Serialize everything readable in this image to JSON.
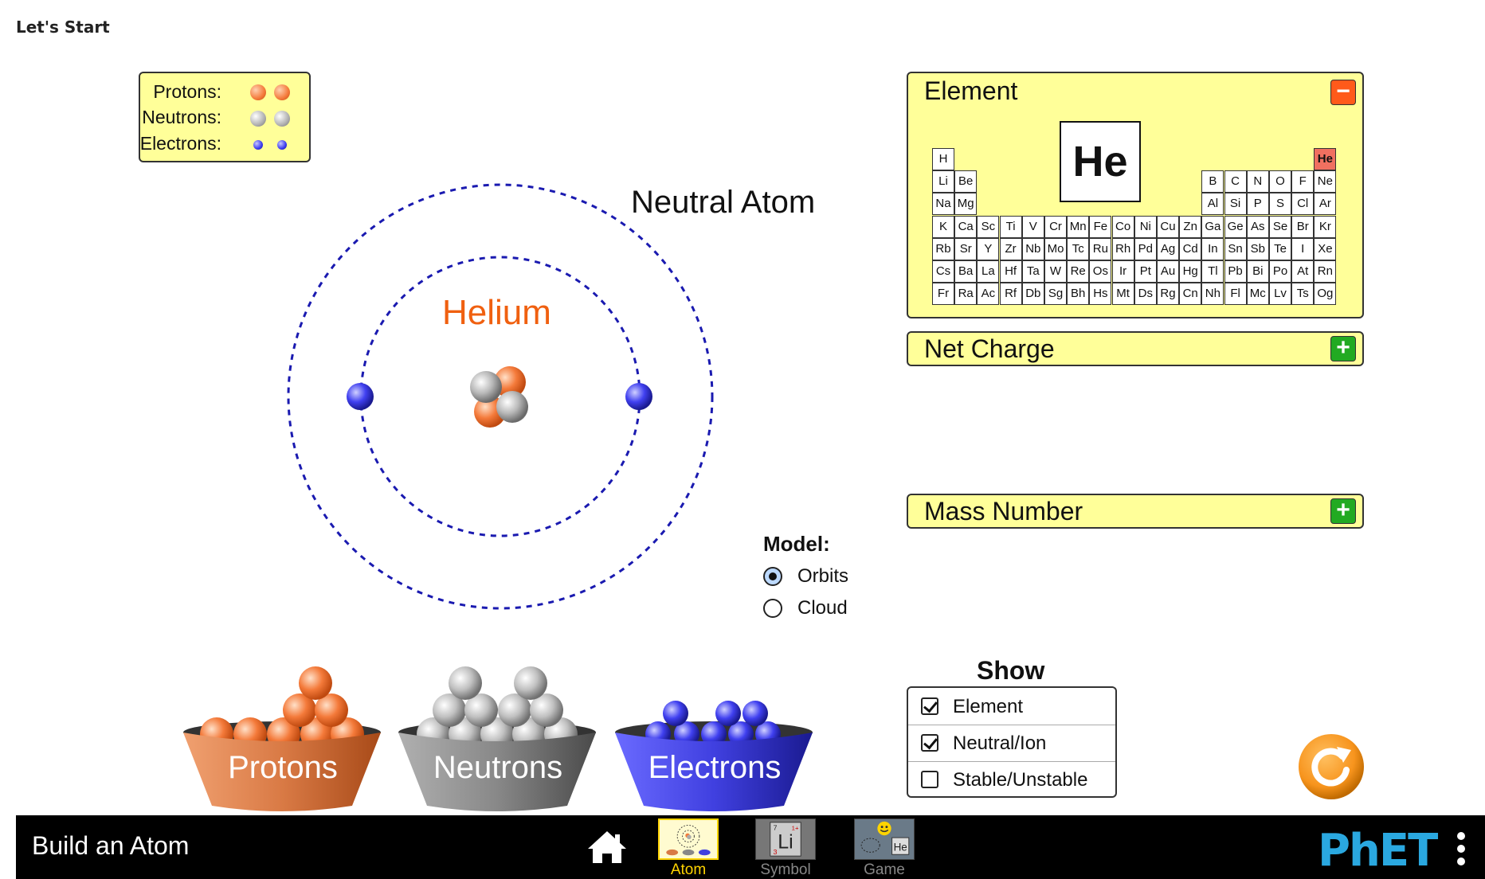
{
  "screen_label": "Let's Start",
  "legend": {
    "protons_label": "Protons:",
    "neutrons_label": "Neutrons:",
    "electrons_label": "Electrons:"
  },
  "atom": {
    "status_label": "Neutral Atom",
    "element_name": "Helium",
    "proton_count": 2,
    "neutron_count": 2,
    "electron_count": 2
  },
  "model": {
    "title": "Model:",
    "options": [
      "Orbits",
      "Cloud"
    ],
    "selected": "Orbits"
  },
  "element_panel": {
    "title": "Element",
    "symbol": "He",
    "toggle": "minus",
    "periodic_table": [
      [
        "H",
        "",
        "",
        "",
        "",
        "",
        "",
        "",
        "",
        "",
        "",
        "",
        "",
        "",
        "",
        "",
        "",
        "He"
      ],
      [
        "Li",
        "Be",
        "",
        "",
        "",
        "",
        "",
        "",
        "",
        "",
        "",
        "",
        "B",
        "C",
        "N",
        "O",
        "F",
        "Ne"
      ],
      [
        "Na",
        "Mg",
        "",
        "",
        "",
        "",
        "",
        "",
        "",
        "",
        "",
        "",
        "Al",
        "Si",
        "P",
        "S",
        "Cl",
        "Ar"
      ],
      [
        "K",
        "Ca",
        "Sc",
        "Ti",
        "V",
        "Cr",
        "Mn",
        "Fe",
        "Co",
        "Ni",
        "Cu",
        "Zn",
        "Ga",
        "Ge",
        "As",
        "Se",
        "Br",
        "Kr"
      ],
      [
        "Rb",
        "Sr",
        "Y",
        "Zr",
        "Nb",
        "Mo",
        "Tc",
        "Ru",
        "Rh",
        "Pd",
        "Ag",
        "Cd",
        "In",
        "Sn",
        "Sb",
        "Te",
        "I",
        "Xe"
      ],
      [
        "Cs",
        "Ba",
        "La",
        "Hf",
        "Ta",
        "W",
        "Re",
        "Os",
        "Ir",
        "Pt",
        "Au",
        "Hg",
        "Tl",
        "Pb",
        "Bi",
        "Po",
        "At",
        "Rn"
      ],
      [
        "Fr",
        "Ra",
        "Ac",
        "Rf",
        "Db",
        "Sg",
        "Bh",
        "Hs",
        "Mt",
        "Ds",
        "Rg",
        "Cn",
        "Nh",
        "Fl",
        "Mc",
        "Lv",
        "Ts",
        "Og"
      ]
    ]
  },
  "net_charge_panel": {
    "title": "Net Charge",
    "toggle": "plus"
  },
  "mass_number_panel": {
    "title": "Mass Number",
    "toggle": "plus"
  },
  "show": {
    "title": "Show",
    "options": [
      {
        "label": "Element",
        "checked": true
      },
      {
        "label": "Neutral/Ion",
        "checked": true
      },
      {
        "label": "Stable/Unstable",
        "checked": false
      }
    ]
  },
  "buckets": {
    "protons": "Protons",
    "neutrons": "Neutrons",
    "electrons": "Electrons"
  },
  "navbar": {
    "app_title": "Build an Atom",
    "tabs": [
      {
        "label": "Atom",
        "active": true
      },
      {
        "label": "Symbol",
        "active": false
      },
      {
        "label": "Game",
        "active": false
      }
    ],
    "symbol_thumb": {
      "symbol": "Li",
      "mass": "7",
      "charge": "1+",
      "number": "3"
    },
    "game_thumb": {
      "symbol": "He"
    },
    "brand": "PhET"
  },
  "colors": {
    "proton": "#f47a3a",
    "neutron": "#b0b0b0",
    "electron": "#3a3aef",
    "panel_bg": "#ffff99",
    "element_name": "#f06010",
    "selected_element": "#f07060",
    "reset": "#f7941d",
    "active_tab": "#ffd400"
  }
}
